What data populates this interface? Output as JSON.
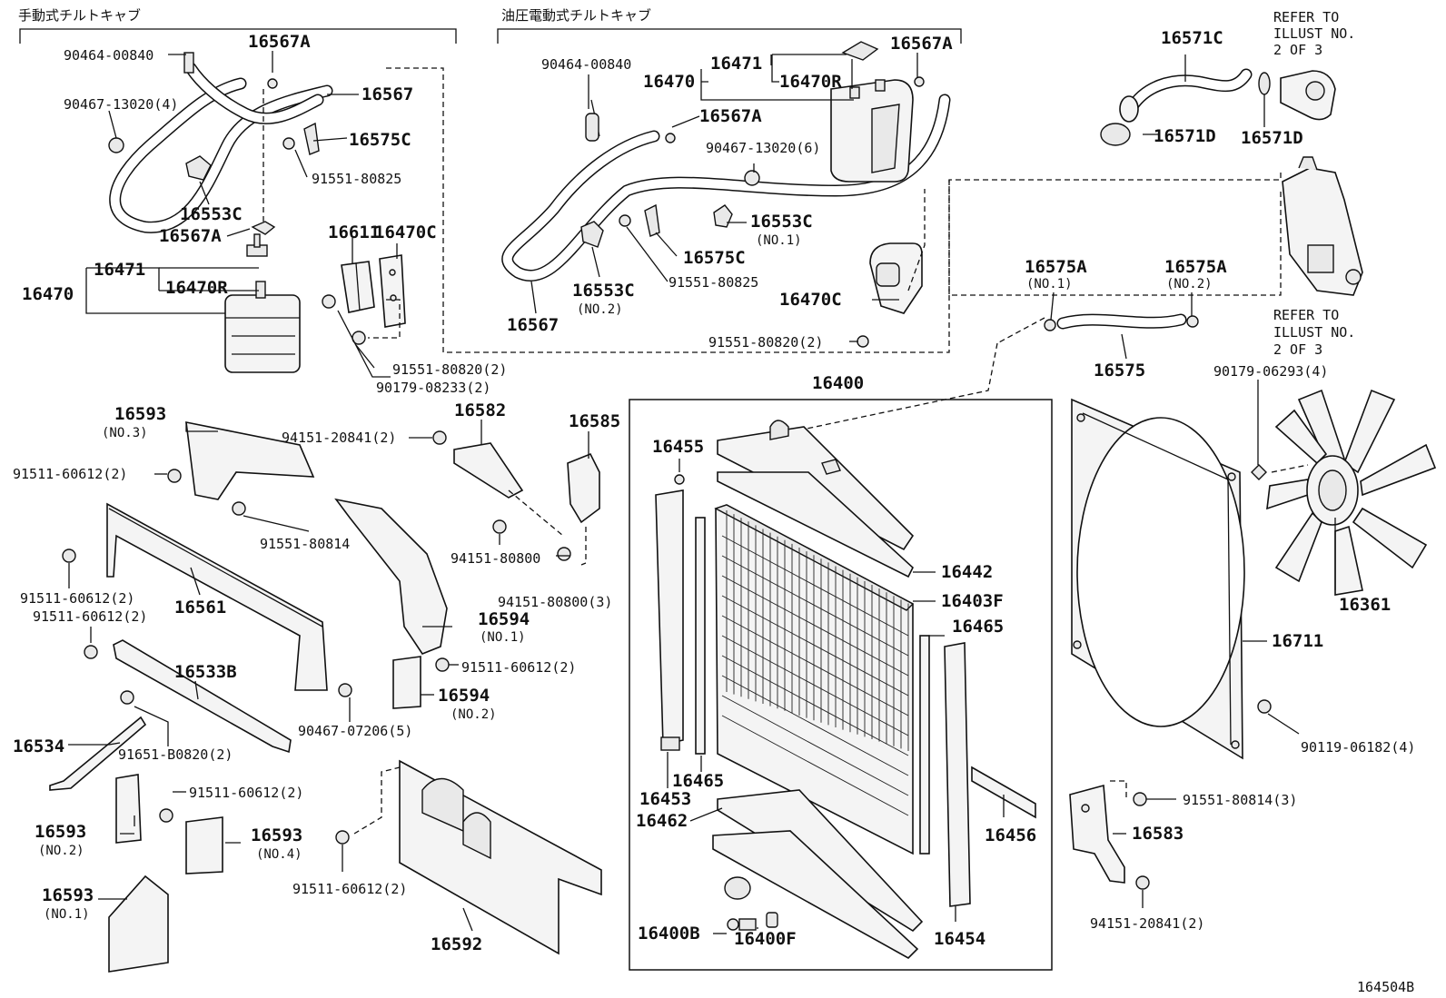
{
  "headers": {
    "manual_tilt_cab": "手動式チルトキャブ",
    "hydraulic_tilt_cab": "油圧電動式チルトキャブ"
  },
  "refer_notes": {
    "top": [
      "REFER TO",
      "ILLUST NO.",
      "2 OF 3"
    ],
    "bottom": [
      "REFER TO",
      "ILLUST NO.",
      "2 OF 3"
    ]
  },
  "labels": {
    "l_90464_00840_a": "90464-00840",
    "l_16567A_a": "16567A",
    "l_90467_13020_a": "90467-13020(4)",
    "l_16567_a": "16567",
    "l_16575C_a": "16575C",
    "l_91551_80825_a": "91551-80825",
    "l_16553C_a": "16553C",
    "l_16567A_b": "16567A",
    "l_16470_a": "16470",
    "l_16471_a": "16471",
    "l_16470R_a": "16470R",
    "l_16611": "16611",
    "l_16470C_a": "16470C",
    "l_91551_80820_a": "91551-80820(2)",
    "l_90179_08233": "90179-08233(2)",
    "l_90464_00840_b": "90464-00840",
    "l_16470_b": "16470",
    "l_16471_b": "16471",
    "l_16470R_b": "16470R",
    "l_16567A_c": "16567A",
    "l_16567A_d": "16567A",
    "l_90467_13020_b": "90467-13020(6)",
    "l_16553C_b": "16553C",
    "l_16553C_b_sub": "(NO.1)",
    "l_16575C_b": "16575C",
    "l_16553C_c": "16553C",
    "l_16553C_c_sub": "(NO.2)",
    "l_91551_80825_b": "91551-80825",
    "l_16567_b": "16567",
    "l_16470C_b": "16470C",
    "l_91551_80820_b": "91551-80820(2)",
    "l_16571C": "16571C",
    "l_16571D_a": "16571D",
    "l_16571D_b": "16571D",
    "l_16575A_a": "16575A",
    "l_16575A_a_sub": "(NO.1)",
    "l_16575A_b": "16575A",
    "l_16575A_b_sub": "(NO.2)",
    "l_16575": "16575",
    "l_90179_06293": "90179-06293(4)",
    "l_16400": "16400",
    "l_16593_a": "16593",
    "l_16593_a_sub": "(NO.3)",
    "l_94151_20841_a": "94151-20841(2)",
    "l_16582": "16582",
    "l_16585": "16585",
    "l_91511_60612_a": "91511-60612(2)",
    "l_91551_80814_a": "91551-80814",
    "l_16455": "16455",
    "l_94151_80800_a": "94151-80800",
    "l_16442": "16442",
    "l_94151_80800_b": "94151-80800(3)",
    "l_16403F": "16403F",
    "l_16361": "16361",
    "l_91511_60612_b": "91511-60612(2)",
    "l_16561": "16561",
    "l_91511_60612_c": "91511-60612(2)",
    "l_16594_a": "16594",
    "l_16594_a_sub": "(NO.1)",
    "l_16465_a": "16465",
    "l_16711": "16711",
    "l_91511_60612_d": "91511-60612(2)",
    "l_16533B": "16533B",
    "l_16594_b": "16594",
    "l_16594_b_sub": "(NO.2)",
    "l_90467_07206": "90467-07206(5)",
    "l_16534": "16534",
    "l_91651_B0820": "91651-B0820(2)",
    "l_90119_06182": "90119-06182(4)",
    "l_16465_b": "16465",
    "l_16453": "16453",
    "l_91511_60612_e": "91511-60612(2)",
    "l_91551_80814_b": "91551-80814(3)",
    "l_16593_b": "16593",
    "l_16593_b_sub": "(NO.2)",
    "l_16593_c": "16593",
    "l_16593_c_sub": "(NO.4)",
    "l_16462": "16462",
    "l_16456": "16456",
    "l_16583": "16583",
    "l_91511_60612_f": "91511-60612(2)",
    "l_16593_d": "16593",
    "l_16593_d_sub": "(NO.1)",
    "l_16400B": "16400B",
    "l_16400F": "16400F",
    "l_16454": "16454",
    "l_16592": "16592",
    "l_94151_20841_b": "94151-20841(2)"
  },
  "illustration_id": "164504B"
}
